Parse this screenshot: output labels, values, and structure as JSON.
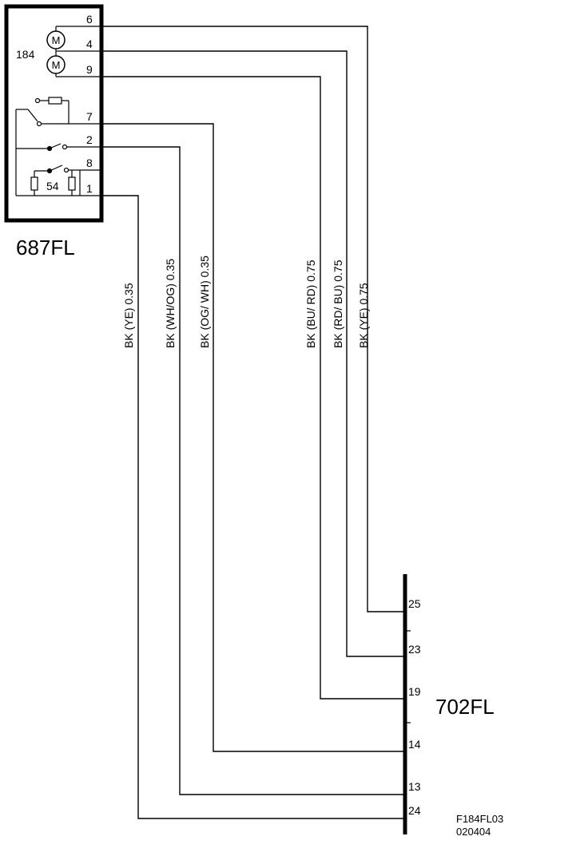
{
  "colors": {
    "ink": "#000000",
    "paper": "#ffffff"
  },
  "connector_687": {
    "name": "687FL",
    "component_id": "184",
    "resistor_id": "54",
    "motor_symbols": [
      "M",
      "M"
    ],
    "pins": [
      "6",
      "4",
      "9",
      "7",
      "2",
      "8",
      "1"
    ]
  },
  "connector_702": {
    "name": "702FL",
    "pins": [
      "25",
      "23",
      "19",
      "14",
      "13",
      "24"
    ]
  },
  "wires": [
    {
      "label": "BK  (YE)  0.35",
      "from_pin": "1",
      "to_pin": "24"
    },
    {
      "label": "BK  (WH/OG)  0.35",
      "from_pin": "2",
      "to_pin": "13"
    },
    {
      "label": "BK  (OG/ WH)  0.35",
      "from_pin": "7",
      "to_pin": "14"
    },
    {
      "label": "BK  (BU/ RD)  0.75",
      "from_pin": "9",
      "to_pin": "19"
    },
    {
      "label": "BK  (RD/ BU)  0.75",
      "from_pin": "4",
      "to_pin": "23"
    },
    {
      "label": "BK  (YE)  0.75",
      "from_pin": "6",
      "to_pin": "25"
    }
  ],
  "reference": {
    "code": "F184FL03",
    "date": "020404"
  }
}
